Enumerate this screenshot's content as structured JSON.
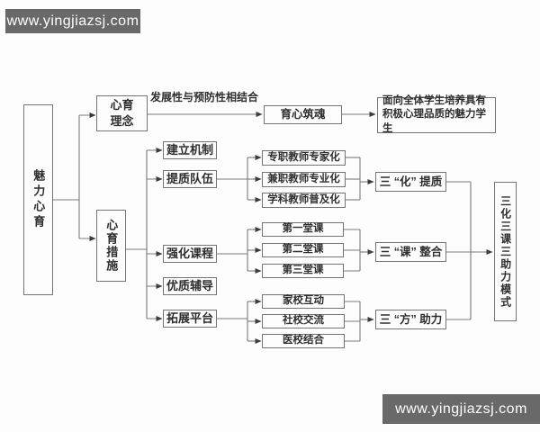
{
  "watermark": {
    "text": "www.yingjiazsj.com"
  },
  "root": {
    "label": "魅力心育"
  },
  "idea": {
    "lines": [
      "心育",
      "理念"
    ],
    "edge_label": "发展性与预防性相结合",
    "node": "育心筑魂",
    "goal_lines": [
      "面向全体学生培养具有",
      "积极心理品质的魅力学生"
    ]
  },
  "measures": {
    "label": "心育措施",
    "items": [
      "建立机制",
      "提质队伍",
      "强化课程",
      "优质辅导",
      "拓展平台"
    ]
  },
  "groups": {
    "hua": {
      "children": [
        "专职教师专家化",
        "兼职教师专业化",
        "学科教师普及化"
      ],
      "result": "三 “化” 提质"
    },
    "ke": {
      "children": [
        "第一堂课",
        "第二堂课",
        "第三堂课"
      ],
      "result": "三 “课” 整合"
    },
    "fang": {
      "children": [
        "家校互动",
        "社校交流",
        "医校结合"
      ],
      "result": "三 “方” 助力"
    }
  },
  "model": {
    "label": "三化三课三助力模式"
  },
  "colors": {
    "line": "#7a7a7a",
    "border": "#757575",
    "watermark_bg": "#696969"
  }
}
